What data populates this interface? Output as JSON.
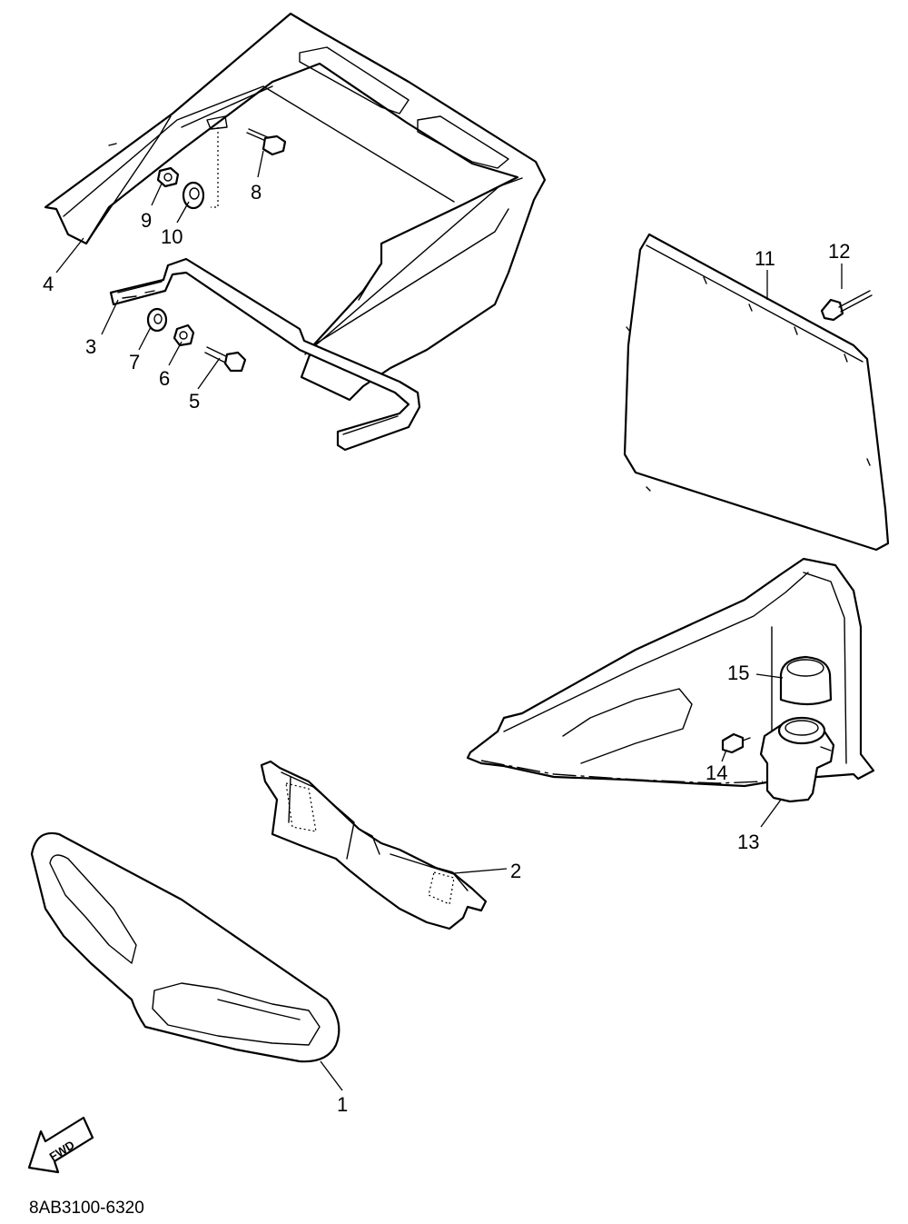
{
  "diagram_code": "8AB3100-6320",
  "fwd_label": "FWD",
  "callouts": [
    "1",
    "2",
    "3",
    "4",
    "5",
    "6",
    "7",
    "8",
    "9",
    "10",
    "11",
    "12",
    "13",
    "14",
    "15"
  ]
}
